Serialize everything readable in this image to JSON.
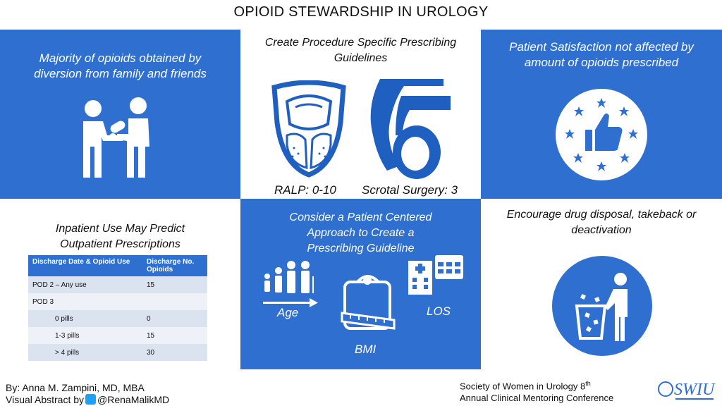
{
  "title": "OPIOID STEWARDSHIP IN UROLOGY",
  "panels": {
    "diversion": {
      "text": "Majority of opioids obtained by diversion from family and friends"
    },
    "guidelines": {
      "text": "Create Procedure Specific Prescribing Guidelines",
      "ralp": "RALP: 0-10",
      "scrotal": "Scrotal Surgery: 3"
    },
    "satisfaction": {
      "text": "Patient Satisfaction not affected by amount of opioids prescribed"
    },
    "inpatient": {
      "text": "Inpatient Use May Predict Outpatient Prescriptions",
      "table": {
        "headers": [
          "Discharge Date & Opioid Use",
          "Discharge No. Opioids"
        ],
        "rows": [
          [
            "POD 2 – Any use",
            "15"
          ],
          [
            "POD 3",
            ""
          ],
          [
            "0 pills",
            "0"
          ],
          [
            "1-3 pills",
            "15"
          ],
          [
            "> 4 pills",
            "30"
          ]
        ]
      }
    },
    "patient_centered": {
      "text": "Consider a Patient Centered Approach to Create a Prescribing Guideline",
      "age": "Age",
      "bmi": "BMI",
      "los": "LOS"
    },
    "disposal": {
      "text": "Encourage drug disposal, takeback or deactivation"
    }
  },
  "credits": {
    "by": "By: Anna M. Zampini, MD, MBA",
    "visual_prefix": "Visual Abstract by",
    "handle": "@RenaMalikMD"
  },
  "society": {
    "line1": "Society of Women in Urology 8",
    "sup": "th",
    "line2": "Annual Clinical Mentoring Conference",
    "logo": "SWIU"
  },
  "colors": {
    "blue": "#2f6fcf",
    "dark_blue": "#1f5fbf",
    "row_light": "#eef2f8",
    "row_dark": "#dbe3f1"
  },
  "icons": [
    "people-handing-pill-icon",
    "prostate-icon",
    "scrotum-icon",
    "thumbs-up-stars-icon",
    "family-age-icon",
    "scale-tape-icon",
    "hospital-icon",
    "trash-disposal-icon",
    "twitter-icon"
  ]
}
